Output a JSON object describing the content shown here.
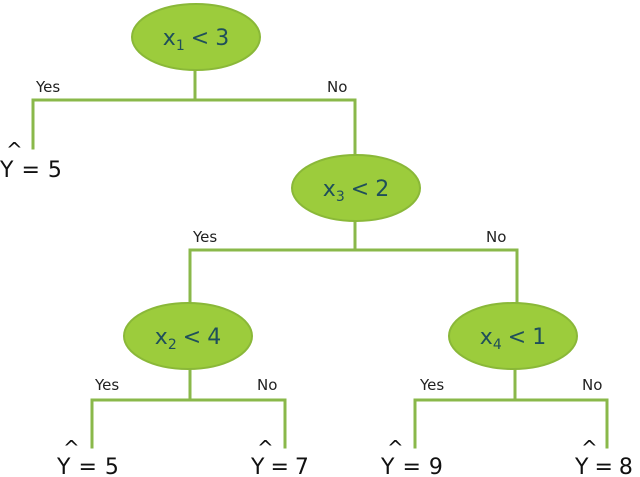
{
  "nodes": {
    "root": {
      "var": "x",
      "sub": "1",
      "op": "<",
      "value": "3"
    },
    "n_x3": {
      "var": "x",
      "sub": "3",
      "op": "<",
      "value": "2"
    },
    "n_x2": {
      "var": "x",
      "sub": "2",
      "op": "<",
      "value": "4"
    },
    "n_x4": {
      "var": "x",
      "sub": "4",
      "op": "<",
      "value": "1"
    }
  },
  "branches": {
    "root_yes": "Yes",
    "root_no": "No",
    "x3_yes": "Yes",
    "x3_no": "No",
    "x2_yes": "Yes",
    "x2_no": "No",
    "x4_yes": "Yes",
    "x4_no": "No"
  },
  "leaves": {
    "leaf1": {
      "symbol": "Y",
      "hat": "^",
      "eq": "=",
      "value": "5"
    },
    "leaf2": {
      "symbol": "Y",
      "hat": "^",
      "eq": "=",
      "value": "5"
    },
    "leaf3": {
      "symbol": "Y",
      "hat": "^",
      "eq": "=",
      "value": "7"
    },
    "leaf4": {
      "symbol": "Y",
      "hat": "^",
      "eq": "=",
      "value": "9"
    },
    "leaf5": {
      "symbol": "Y",
      "hat": "^",
      "eq": "=",
      "value": "8"
    }
  },
  "colors": {
    "node_fill": "#9ccc3c",
    "edge": "#8ab84a",
    "node_text": "#1f4f5a"
  }
}
